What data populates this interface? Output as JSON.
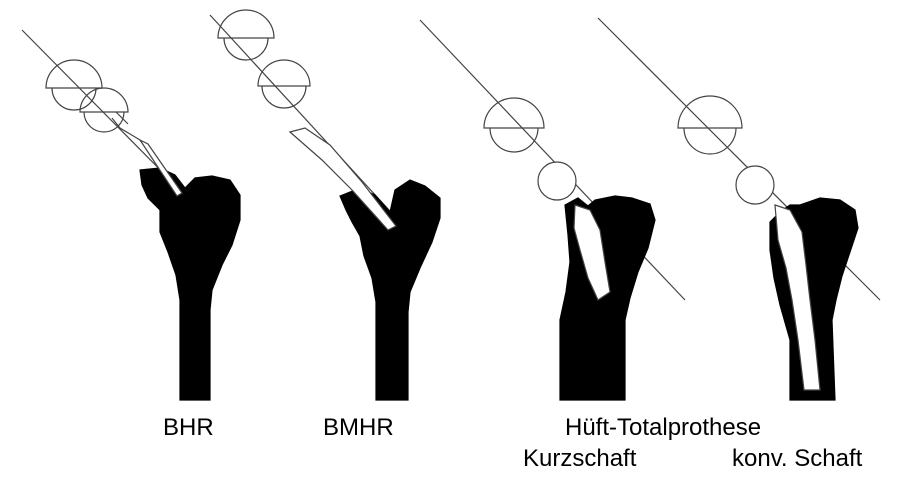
{
  "labels": {
    "bhr": "BHR",
    "bmhr": "BMHR",
    "total_hip": "Hüft-Totalprothese",
    "short_stem": "Kurzschaft",
    "conventional_stem": "konv. Schaft"
  },
  "colors": {
    "bone": "#000000",
    "outline": "#333333",
    "background": "#ffffff"
  }
}
